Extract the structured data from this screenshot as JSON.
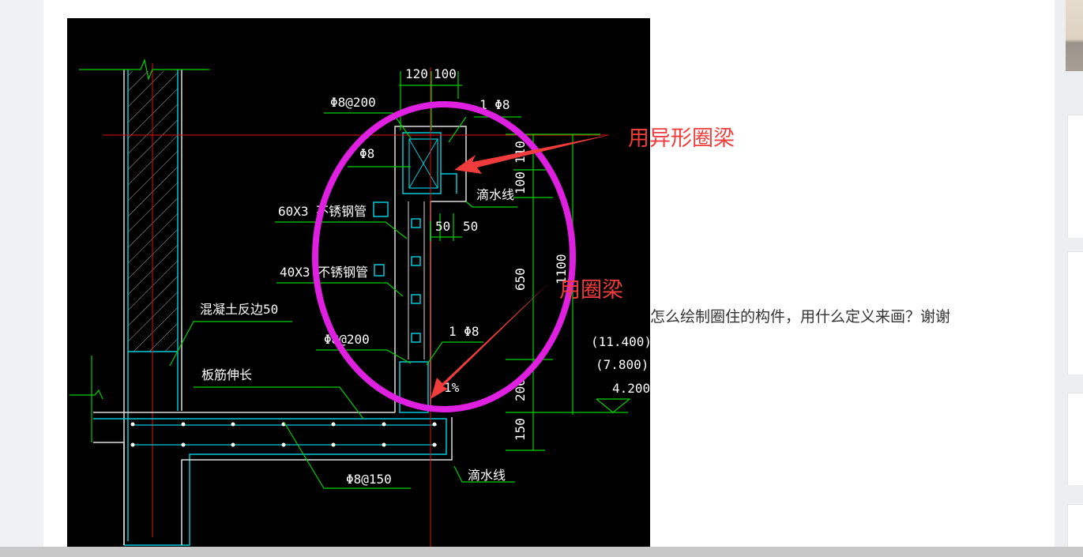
{
  "post": {
    "question_text": "怎么绘制圈住的构件，用什么定义来画？谢谢"
  },
  "drawing": {
    "dim_top_left": "120",
    "dim_top_right": "100",
    "rebar_top_stirrup": "Φ8@200",
    "rebar_top_corner": "1 Φ8",
    "rebar_side": "Φ8",
    "drip_line_top": "滴水线",
    "pipe_60": "60X3 不锈钢管",
    "pipe_40": "40X3 不锈钢管",
    "dim_50_a": "50",
    "dim_50_b": "50",
    "dim_650": "650",
    "dim_1100": "1100",
    "dim_110": "110",
    "dim_100": "100",
    "dim_200": "200",
    "dim_150": "150",
    "concrete_curb": "混凝土反边50",
    "rebar_lower_stirrup": "Φ8@200",
    "rebar_lower_corner": "1 Φ8",
    "slab_extension": "板筋伸长",
    "percent": "1%",
    "elev_1": "(11.400)",
    "elev_2": "(7.800)",
    "elev_3": "4.200",
    "slab_rebar": "Φ8@150",
    "drip_line_bottom": "滴水线"
  },
  "annotations": {
    "special_ring_beam": "用异形圈梁",
    "ring_beam": "用圈梁",
    "circle_color": "#e020e0",
    "arrow_color": "#f03c3c"
  },
  "colors": {
    "cad_background": "#000000",
    "cad_green": "#00d000",
    "cad_cyan": "#00c8d8",
    "cad_red": "#e01010"
  }
}
